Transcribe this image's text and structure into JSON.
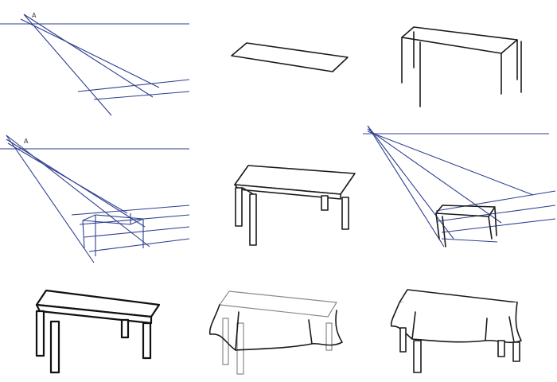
{
  "steps": [
    {
      "index": 1,
      "stage": "vanishing-point-guides",
      "label": "A"
    },
    {
      "index": 2,
      "stage": "tabletop-plane",
      "label": ""
    },
    {
      "index": 3,
      "stage": "wireframe-table",
      "label": ""
    },
    {
      "index": 4,
      "stage": "leg-construction-guides",
      "label": "A"
    },
    {
      "index": 5,
      "stage": "solid-table",
      "label": ""
    },
    {
      "index": 6,
      "stage": "underframe-construction-guides",
      "label": ""
    },
    {
      "index": 7,
      "stage": "inked-table",
      "label": ""
    },
    {
      "index": 8,
      "stage": "tablecloth-sketch",
      "label": ""
    },
    {
      "index": 9,
      "stage": "table-with-tablecloth",
      "label": ""
    }
  ],
  "colors": {
    "guide": "#2f3f8f",
    "ink": "#1a1a1a",
    "sketch": "#8a8a8a"
  }
}
